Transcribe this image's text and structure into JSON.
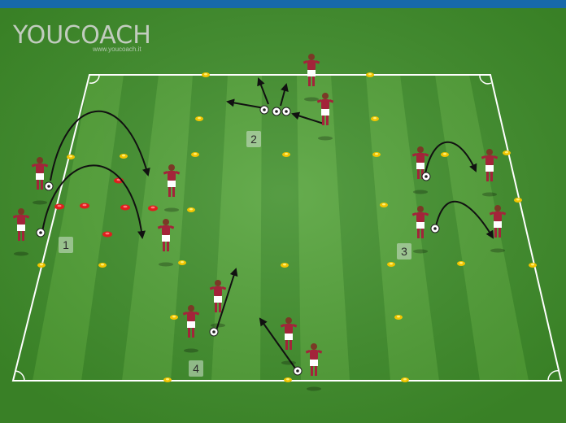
{
  "logo": {
    "text": "YOUCOACH",
    "url": "www.youcoach.it"
  },
  "zones": [
    {
      "label": "1"
    },
    {
      "label": "2"
    },
    {
      "label": "3"
    },
    {
      "label": "4"
    }
  ],
  "colors": {
    "top_bar": "#1769aa",
    "grass_dark": "#3f8f2a",
    "grass_light": "#58a83a",
    "lines": "#ffffff",
    "player_shirt": "#a3243a",
    "player_shorts": "#ffffff",
    "cone_yellow": "#f2c400",
    "cone_red": "#e01e1e",
    "arrow": "#111111"
  },
  "icons": [
    "soccer-ball-icon",
    "player-figure-icon",
    "cone-marker-icon",
    "movement-arrow-icon"
  ]
}
